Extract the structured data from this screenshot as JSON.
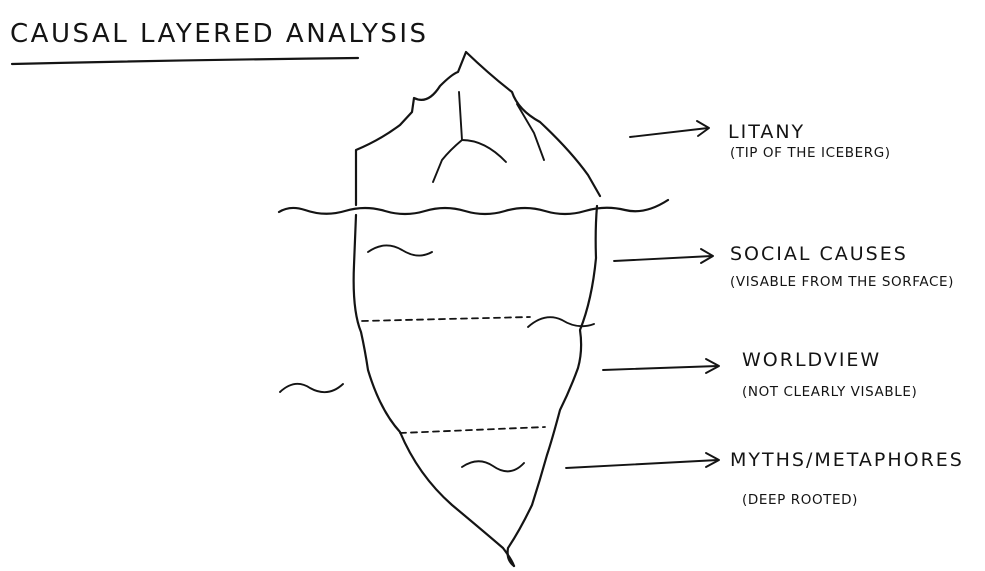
{
  "title": "CAUSAL LAYERED ANALYSIS",
  "layers": [
    {
      "label": "LITANY",
      "sublabel": "(TIP OF THE ICEBERG)"
    },
    {
      "label": "SOCIAL CAUSES",
      "sublabel": "(VISABLE FROM THE SORFACE)"
    },
    {
      "label": "WORLDVIEW",
      "sublabel": "(NOT CLEARLY VISABLE)"
    },
    {
      "label": "MYTHS/METAPHORES",
      "sublabel": "(DEEP ROOTED)"
    }
  ],
  "colors": {
    "ink": "#141414",
    "background": "#ffffff"
  }
}
